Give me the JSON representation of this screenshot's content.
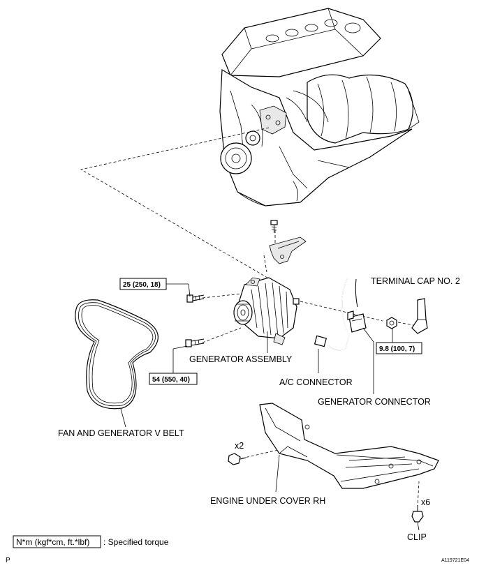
{
  "labels": {
    "terminal_cap": "TERMINAL CAP NO. 2",
    "generator_assembly": "GENERATOR ASSEMBLY",
    "ac_connector": "A/C CONNECTOR",
    "generator_connector": "GENERATOR CONNECTOR",
    "v_belt": "FAN AND GENERATOR V BELT",
    "under_cover": "ENGINE UNDER COVER RH",
    "clip": "CLIP",
    "qty_bolts": "x2",
    "qty_clips": "x6"
  },
  "torques": {
    "bracket_bolt": "25 (250, 18)",
    "pivot_bolt": "54 (550, 40)",
    "terminal_nut": "9.8 (100, 7)"
  },
  "legend": {
    "unit": "N*m (kgf*cm, ft.*lbf)",
    "text": ": Specified torque"
  },
  "footer": {
    "left_mark": "P",
    "figure_id": "A119721E04"
  }
}
